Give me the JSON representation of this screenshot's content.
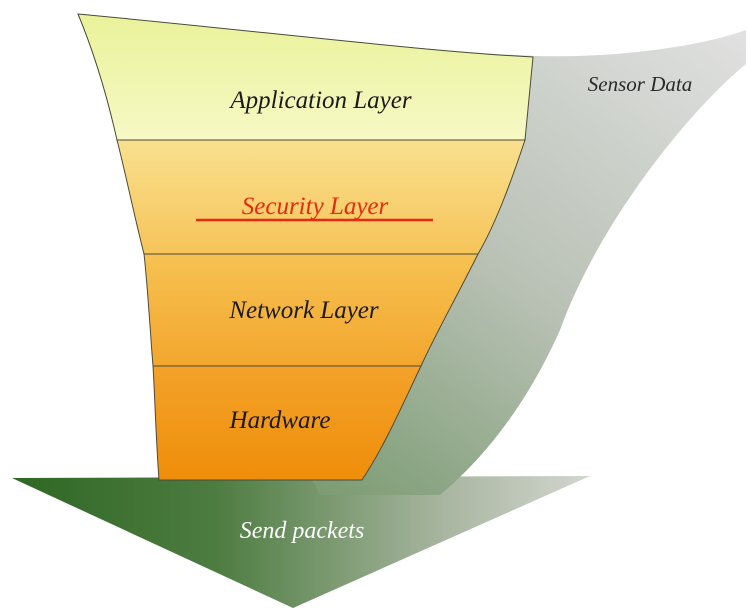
{
  "diagram": {
    "layers": [
      {
        "id": "application",
        "label": "Application Layer",
        "highlight": false
      },
      {
        "id": "security",
        "label": "Security Layer",
        "highlight": true
      },
      {
        "id": "network",
        "label": "Network Layer",
        "highlight": false
      },
      {
        "id": "hardware",
        "label": "Hardware",
        "highlight": false
      }
    ],
    "sensor_label": "Sensor Data",
    "send_label": "Send packets",
    "colors": {
      "highlight_text": "#e82a10",
      "layer_top": "#f2f7b0",
      "layer_bottom": "#f0900c",
      "arrow_dark": "#2f6a26",
      "arrow_light": "#cfd4cc"
    }
  }
}
